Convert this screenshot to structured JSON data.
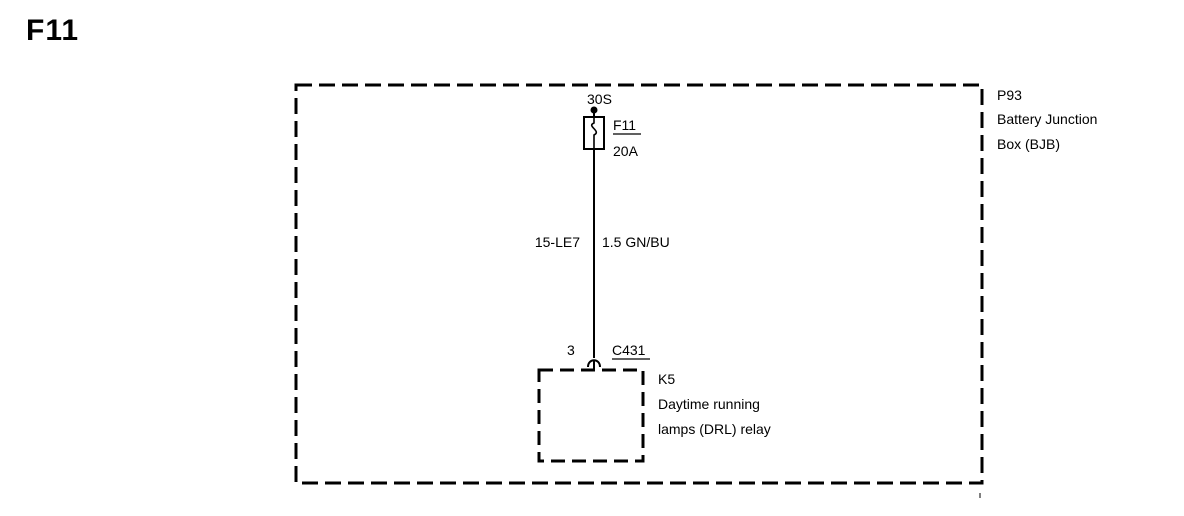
{
  "page_title": "F11",
  "junction_box": {
    "id": "P93",
    "name_line1": "Battery Junction",
    "name_line2": "Box (BJB)"
  },
  "fuse": {
    "supply": "30S",
    "id": "F11",
    "rating": "20A"
  },
  "wire": {
    "circuit": "15-LE7",
    "spec": "1.5 GN/BU"
  },
  "connector": {
    "pin": "3",
    "id": "C431"
  },
  "relay": {
    "id": "K5",
    "name_line1": "Daytime running",
    "name_line2": "lamps (DRL) relay"
  },
  "colors": {
    "line": "#000000",
    "background": "#ffffff"
  }
}
